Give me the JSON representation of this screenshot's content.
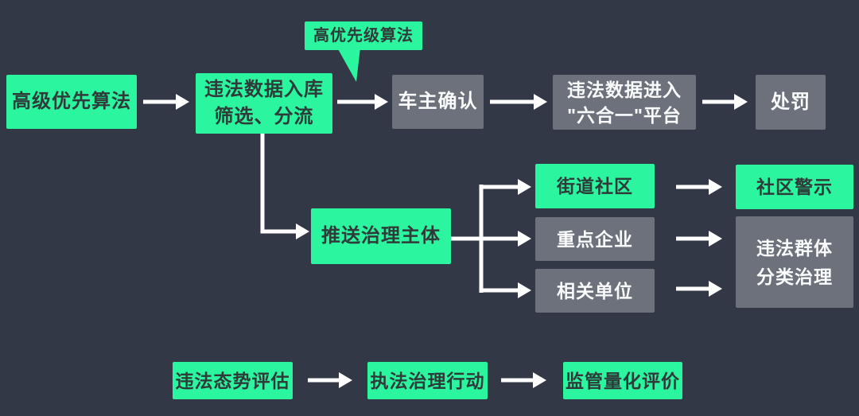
{
  "colors": {
    "green": "#2CF5A0",
    "gray": "#6C717B",
    "background": "#323845",
    "text_dark": "#2F3B39",
    "text_light": "#FAFBFC",
    "arrow": "#FFFFFF"
  },
  "labels": {
    "advanced_algorithm": "高级优先算法",
    "callout_high_priority": "高优先级算法",
    "data_intake_line1": "违法数据入库",
    "data_intake_line2": "筛选、分流",
    "owner_confirm": "车主确认",
    "platform_line1": "违法数据进入",
    "platform_line2": "\"六合一\"平台",
    "punishment": "处罚",
    "push_governance_subject": "推送治理主体",
    "street_community": "街道社区",
    "key_enterprise": "重点企业",
    "related_unit": "相关单位",
    "community_warning": "社区警示",
    "group_treatment_line1": "违法群体",
    "group_treatment_line2": "分类治理",
    "situation_evaluation": "违法态势评估",
    "enforcement_action": "执法治理行动",
    "quantitative_evaluation": "监管量化评价"
  }
}
